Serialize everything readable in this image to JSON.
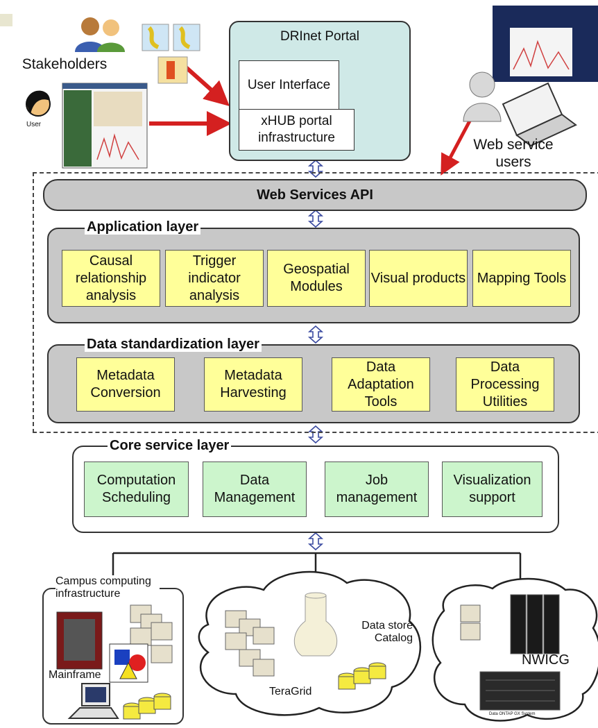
{
  "portal": {
    "title": "DRInet Portal",
    "user_interface": "User Interface",
    "xhub": "xHUB portal infrastructure"
  },
  "actors": {
    "stakeholders": "Stakeholders",
    "user": "User",
    "web_service_users": "Web service users"
  },
  "api": {
    "label": "Web Services API"
  },
  "application_layer": {
    "title": "Application layer",
    "modules": [
      "Causal relationship analysis",
      "Trigger indicator analysis",
      "Geospatial Modules",
      "Visual products",
      "Mapping Tools"
    ]
  },
  "data_layer": {
    "title": "Data standardization layer",
    "modules": [
      "Metadata Conversion",
      "Metadata Harvesting",
      "Data Adaptation Tools",
      "Data Processing Utilities"
    ]
  },
  "core_layer": {
    "title": "Core service layer",
    "modules": [
      "Computation Scheduling",
      "Data Management",
      "Job management",
      "Visualization support"
    ]
  },
  "resources": {
    "campus": "Campus computing infrastructure",
    "mainframe": "Mainframe",
    "teragrid": "TeraGrid",
    "datastore": "Data store Catalog",
    "nwicg": "NWICG",
    "ontap": "Data ONTAP GX System"
  },
  "colors": {
    "portal_bg": "#cfe9e7",
    "layer_gray": "#c8c8c8",
    "module_yellow": "#ffff99",
    "module_green": "#ccf5cc",
    "arrow_red": "#d42020",
    "connector_blue": "#3a4aa0"
  }
}
